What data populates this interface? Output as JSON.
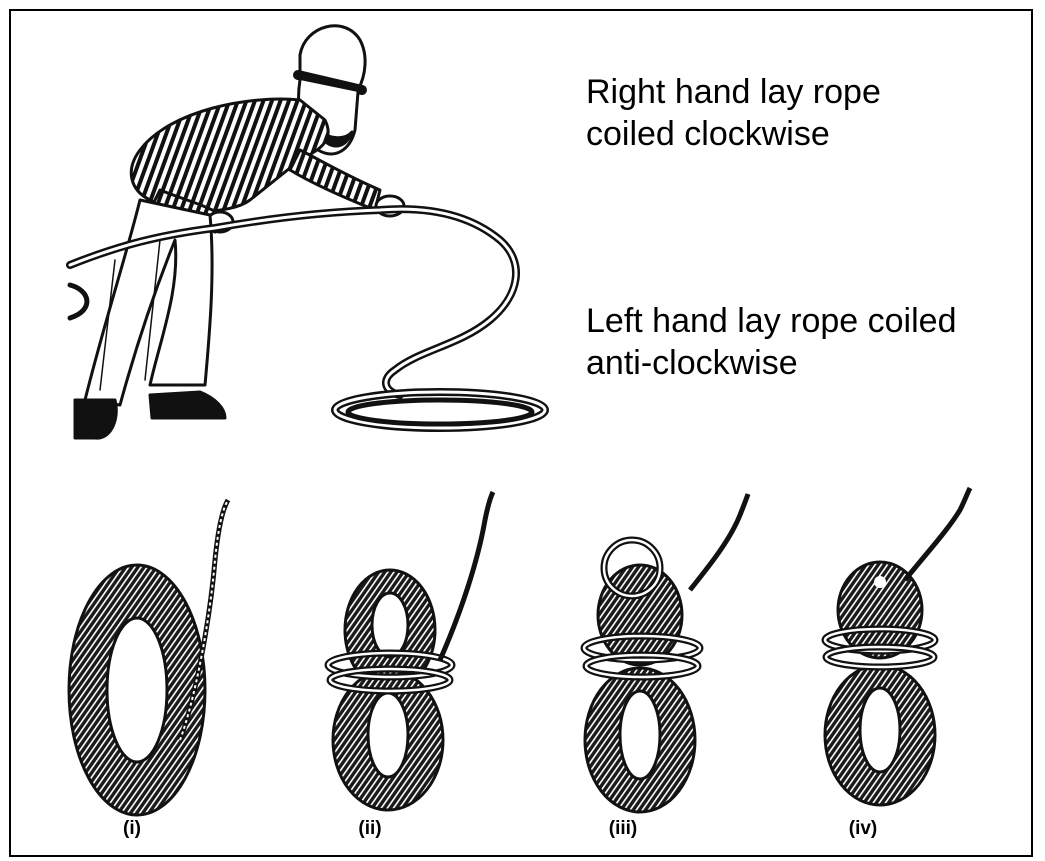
{
  "captions": {
    "right_hand": "Right hand lay rope coiled clockwise",
    "right_hand_line1": "Right hand lay rope",
    "right_hand_line2": "coiled clockwise",
    "left_hand": "Left hand lay rope coiled anti-clockwise",
    "left_hand_line1": "Left hand lay rope coiled",
    "left_hand_line2": "anti-clockwise"
  },
  "steps": [
    {
      "label": "(i)"
    },
    {
      "label": "(ii)"
    },
    {
      "label": "(iii)"
    },
    {
      "label": "(iv)"
    }
  ],
  "illustrations": {
    "man": "man-coiling-rope-illustration",
    "coils": [
      "rope-coil-step-1",
      "rope-coil-step-2",
      "rope-coil-step-3",
      "rope-coil-step-4"
    ]
  },
  "colors": {
    "ink": "#111111",
    "background": "#ffffff"
  }
}
